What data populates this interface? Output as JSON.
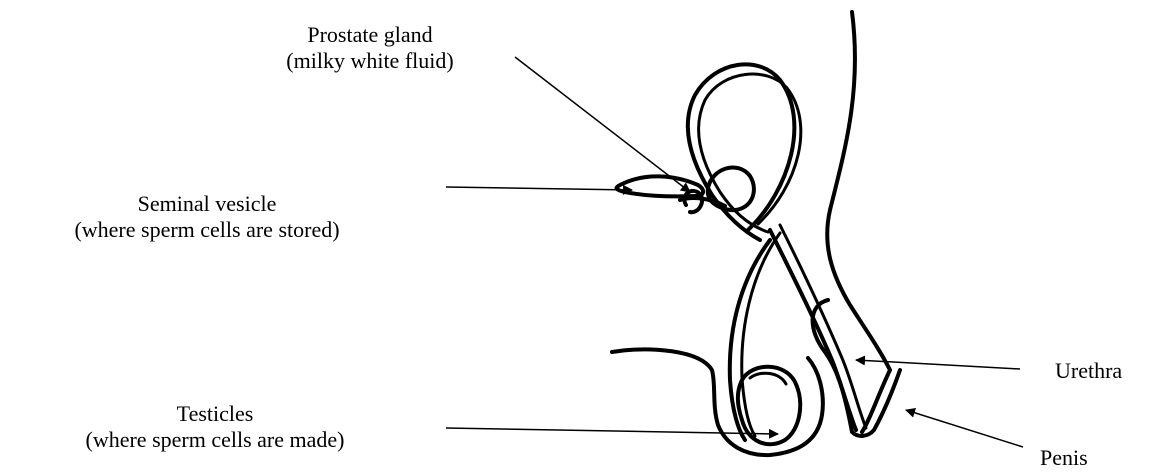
{
  "labels": {
    "prostate": {
      "title": "Prostate gland",
      "desc": "(milky white fluid)"
    },
    "seminal_vesicle": {
      "title": "Seminal vesicle",
      "desc": "(where sperm cells are stored)"
    },
    "testicles": {
      "title": "Testicles",
      "desc": "(where sperm cells are made)"
    },
    "urethra": {
      "title": "Urethra"
    },
    "penis": {
      "title": "Penis"
    }
  },
  "colors": {
    "ink": "#000000",
    "background": "#ffffff"
  }
}
